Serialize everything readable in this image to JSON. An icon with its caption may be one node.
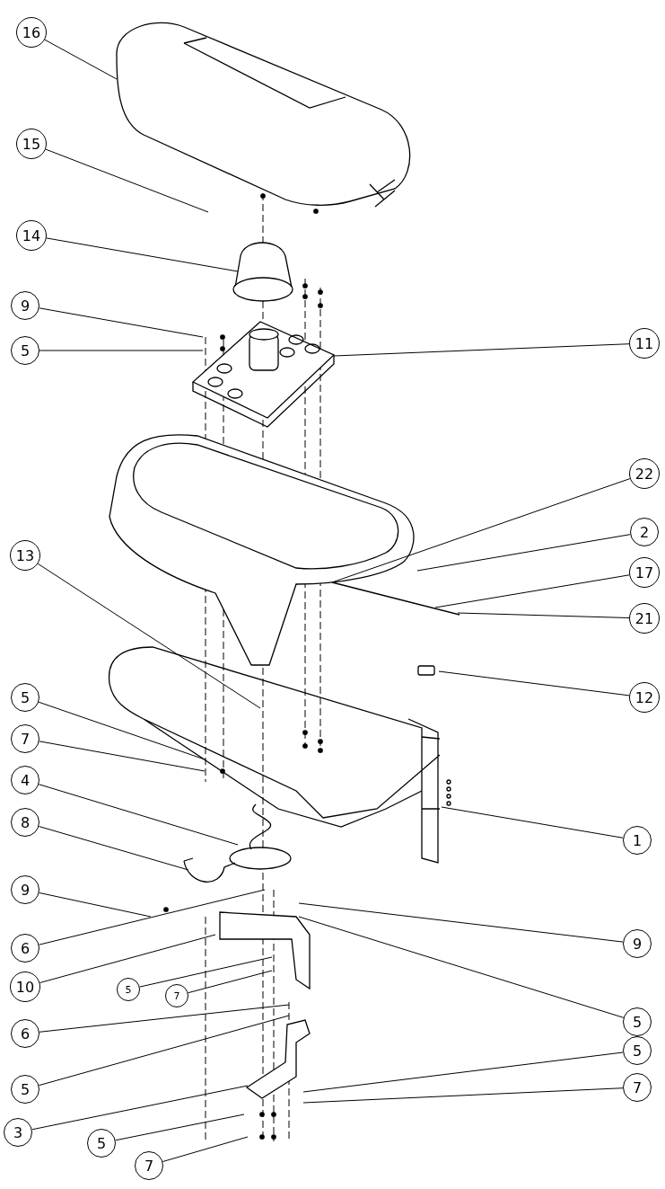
{
  "diagram": {
    "nodes": [
      {
        "text": [
          "16"
        ]
      },
      {
        "text": [
          "15"
        ]
      },
      {
        "text": [
          "14"
        ]
      },
      {
        "text": [
          "9"
        ]
      },
      {
        "text": [
          "11"
        ]
      },
      {
        "text": [
          "5"
        ]
      },
      {
        "text": [
          "22"
        ]
      },
      {
        "text": [
          "2"
        ]
      },
      {
        "text": [
          "13"
        ]
      },
      {
        "text": [
          "17"
        ]
      },
      {
        "text": [
          "21"
        ]
      },
      {
        "text": [
          "5"
        ]
      },
      {
        "text": [
          "12"
        ]
      },
      {
        "text": [
          "7"
        ]
      },
      {
        "text": [
          "4"
        ]
      },
      {
        "text": [
          "8"
        ]
      },
      {
        "text": [
          "1"
        ]
      },
      {
        "text": [
          "9"
        ]
      },
      {
        "text": [
          "9"
        ]
      },
      {
        "text": [
          "6"
        ]
      },
      {
        "text": [
          "10"
        ]
      },
      {
        "text": [
          "5"
        ]
      },
      {
        "text": [
          "7"
        ]
      },
      {
        "text": [
          "5"
        ]
      },
      {
        "text": [
          "6"
        ]
      },
      {
        "text": [
          "5"
        ]
      },
      {
        "text": [
          "7"
        ]
      },
      {
        "text": [
          "5"
        ]
      },
      {
        "text": [
          "3"
        ]
      },
      {
        "text": [
          "5"
        ]
      },
      {
        "text": [
          "7"
        ]
      }
    ],
    "edges": [
      {
        "from": 0,
        "to": null,
        "arrow": "none"
      },
      {
        "from": 1,
        "to": null,
        "arrow": "none"
      },
      {
        "from": 2,
        "to": null,
        "arrow": "none"
      },
      {
        "from": 3,
        "to": null,
        "arrow": "none"
      },
      {
        "from": 4,
        "to": null,
        "arrow": "none"
      },
      {
        "from": 5,
        "to": null,
        "arrow": "none"
      },
      {
        "from": 6,
        "to": null,
        "arrow": "none"
      },
      {
        "from": 7,
        "to": null,
        "arrow": "none"
      },
      {
        "from": 8,
        "to": null,
        "arrow": "none"
      },
      {
        "from": 9,
        "to": null,
        "arrow": "none"
      },
      {
        "from": 10,
        "to": null,
        "arrow": "none"
      },
      {
        "from": 11,
        "to": null,
        "arrow": "none"
      },
      {
        "from": 12,
        "to": null,
        "arrow": "none"
      },
      {
        "from": 13,
        "to": null,
        "arrow": "none"
      },
      {
        "from": 14,
        "to": null,
        "arrow": "none"
      },
      {
        "from": 15,
        "to": null,
        "arrow": "none"
      },
      {
        "from": 16,
        "to": null,
        "arrow": "none"
      },
      {
        "from": 17,
        "to": null,
        "arrow": "none"
      },
      {
        "from": 18,
        "to": null,
        "arrow": "none"
      },
      {
        "from": 19,
        "to": null,
        "arrow": "none"
      },
      {
        "from": 20,
        "to": null,
        "arrow": "none"
      },
      {
        "from": 21,
        "to": null,
        "arrow": "none"
      },
      {
        "from": 22,
        "to": null,
        "arrow": "none"
      },
      {
        "from": 23,
        "to": null,
        "arrow": "none"
      },
      {
        "from": 24,
        "to": null,
        "arrow": "none"
      },
      {
        "from": 25,
        "to": null,
        "arrow": "none"
      },
      {
        "from": 26,
        "to": null,
        "arrow": "none"
      },
      {
        "from": 27,
        "to": null,
        "arrow": "none"
      },
      {
        "from": 28,
        "to": null,
        "arrow": "none"
      },
      {
        "from": 29,
        "to": null,
        "arrow": "none"
      },
      {
        "from": 30,
        "to": null,
        "arrow": "none"
      }
    ]
  }
}
